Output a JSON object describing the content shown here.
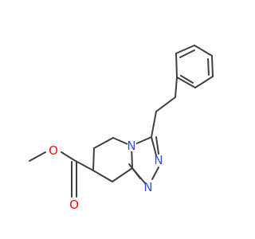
{
  "molecule": {
    "atoms": {
      "o_ether": {
        "symbol": "O",
        "color": "#ff0d0d"
      },
      "o_carbonyl": {
        "symbol": "O",
        "color": "#ff0d0d"
      },
      "n_bridge": {
        "symbol": "N",
        "color": "#3050f8"
      },
      "n_ring_a": {
        "symbol": "N",
        "color": "#3050f8"
      },
      "n_ring_b": {
        "symbol": "N",
        "color": "#3050f8"
      }
    }
  }
}
